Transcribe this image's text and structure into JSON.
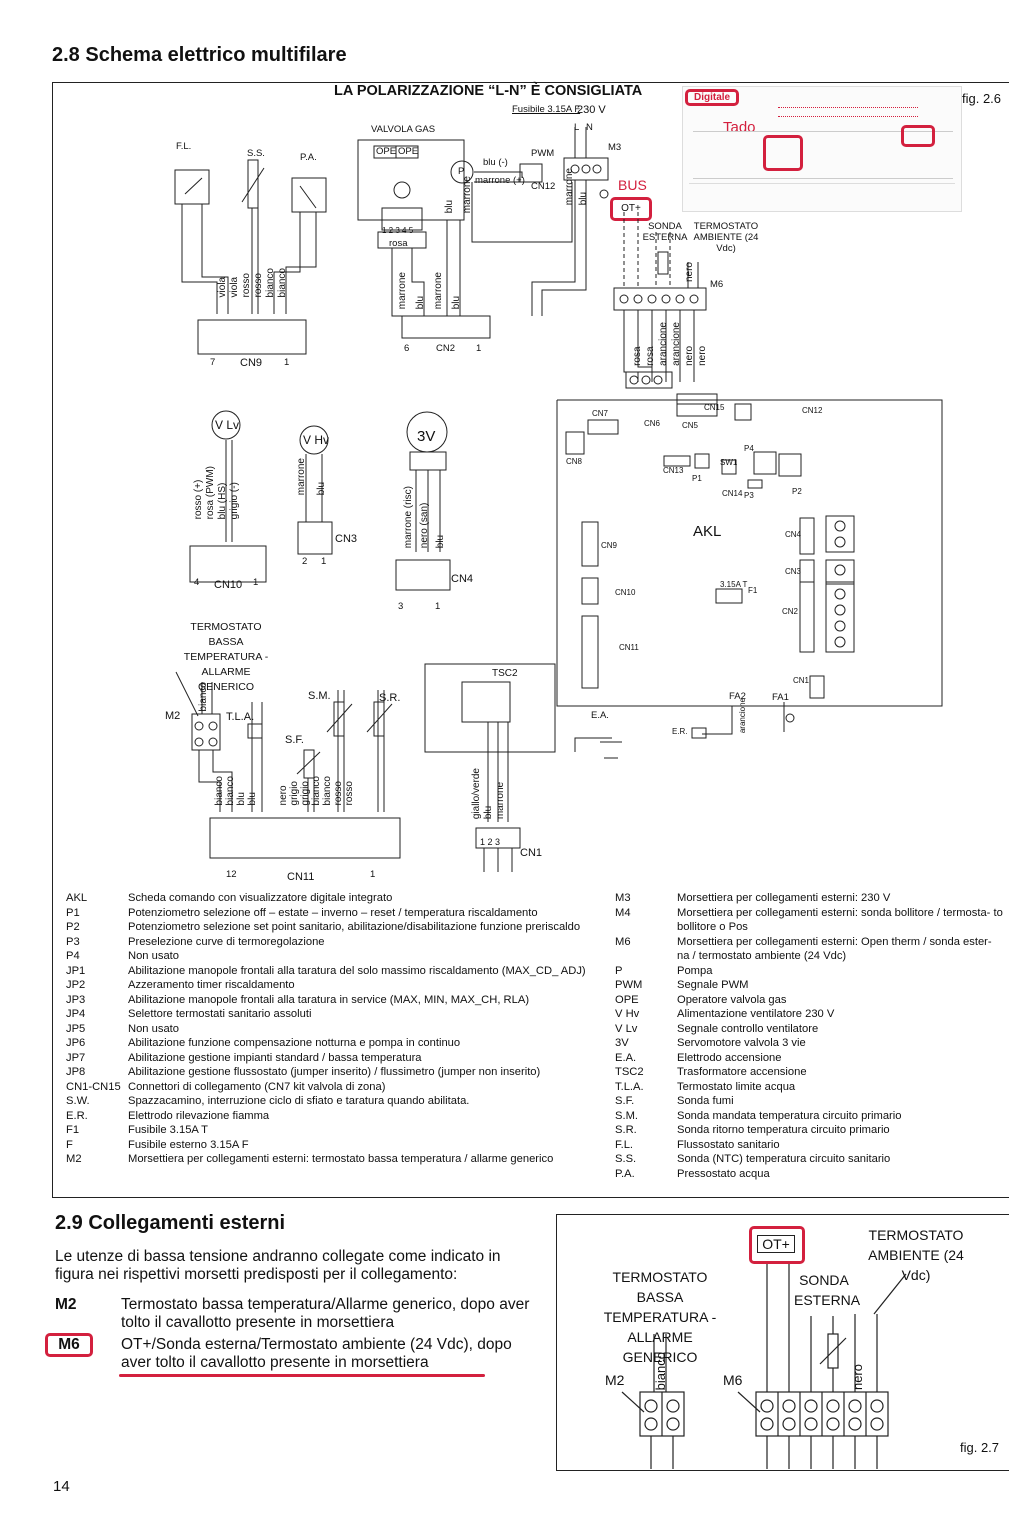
{
  "section28": {
    "title": "2.8 Schema elettrico multifilare",
    "polarization_note": "LA POLARIZZAZIONE “L-N” È CONSIGLIATA",
    "figure": "fig. 2.6",
    "inset": {
      "digitale": "Digitale",
      "tado": "Tado",
      "bus": "BUS",
      "ot": "OT+"
    },
    "labels": {
      "fuse_ext": "Fusibile 3.15A F",
      "v230": "230 V",
      "l": "L",
      "n": "N",
      "valvola_gas": "VALVOLA GAS",
      "ope1": "OPE",
      "ope2": "OPE",
      "pwm": "PWM",
      "p": "P",
      "blu_minus": "blu (-)",
      "marrone_plus": "marrone (+)",
      "cn12": "CN12",
      "m3": "M3",
      "fl": "F.L.",
      "ss": "S.S.",
      "pa": "P.A.",
      "sonda_esterna": "SONDA ESTERNA",
      "termostato_ambiente": "TERMOSTATO AMBIENTE (24 Vdc)",
      "m6": "M6",
      "cn9": "CN9",
      "cn9_7": "7",
      "cn9_1": "1",
      "cn2": "CN2",
      "cn2_6": "6",
      "cn2_1": "1",
      "rosa": "rosa",
      "pins12345": "1 2 3 4 5",
      "vlv": "V Lv",
      "vhv": "V Hv",
      "v3": "3V",
      "cn3": "CN3",
      "cn3_2": "2",
      "cn3_1": "1",
      "cn10": "CN10",
      "cn10_4": "4",
      "cn10_1": "1",
      "cn4": "CN4",
      "cn4_3": "3",
      "cn4_1": "1",
      "akl": "AKL",
      "cn7": "CN7",
      "cn6": "CN6",
      "cn5": "CN5",
      "cn15": "CN15",
      "cn8": "CN8",
      "cn13": "CN13",
      "sw1": "SW1",
      "p1": "P1",
      "p4": "P4",
      "p2": "P2",
      "p3": "P3",
      "cn14": "CN14",
      "cn1": "CN1",
      "f1_fuse": "3.15A T",
      "f1": "F1",
      "fa1": "FA1",
      "fa2": "FA2",
      "ea": "E.A.",
      "er": "E.R.",
      "tsc2": "TSC2",
      "termostato_bassa": "TERMOSTATO BASSA TEMPERATURA - ALLARME GENERICO",
      "m2": "M2",
      "tla": "T.L.A.",
      "sm": "S.M.",
      "sr": "S.R.",
      "sf": "S.F.",
      "cn11": "CN11",
      "cn11_12": "12",
      "cn11_1": "1",
      "cn1_123": "1 2 3"
    },
    "wires": {
      "cn9": [
        "viola",
        "viola",
        "rosso",
        "rosso",
        "bianco",
        "bianco"
      ],
      "cn2": [
        "marrone",
        "blu",
        "marrone",
        "blu"
      ],
      "gas": [
        "blu",
        "marrone"
      ],
      "m3": [
        "marrone",
        "blu"
      ],
      "m6": [
        "rosa",
        "rosa",
        "arancione",
        "arancione",
        "nero",
        "nero"
      ],
      "cn10": [
        "rosso (+)",
        "rosa (PWM)",
        "blu (HS)",
        "grigio (-)"
      ],
      "cn3": [
        "marrone",
        "blu"
      ],
      "cn4": [
        "marrone (risc)",
        "nero (san)",
        "blu"
      ],
      "cn11": [
        "bianco",
        "bianco",
        "blu",
        "blu",
        "nero",
        "grigio",
        "grigio",
        "bianco",
        "bianco",
        "rosso",
        "rosso"
      ],
      "cn1": [
        "giallo/verde",
        "blu",
        "marrone"
      ],
      "m6_top": "nero",
      "m2_top": "bianco",
      "fa2": "arancione"
    },
    "legend_left": [
      {
        "k": "AKL",
        "v": "Scheda comando con visualizzatore digitale integrato"
      },
      {
        "k": "P1",
        "v": "Potenziometro selezione off – estate – inverno – reset / temperatura riscaldamento"
      },
      {
        "k": "P2",
        "v": "Potenziometro selezione set point sanitario, abilitazione/disabilitazione funzione preriscaldo"
      },
      {
        "k": "P3",
        "v": "Preselezione curve di termoregolazione"
      },
      {
        "k": "P4",
        "v": "Non usato"
      },
      {
        "k": "JP1",
        "v": "Abilitazione manopole frontali alla taratura del solo massimo riscaldamento (MAX_CD_ ADJ)"
      },
      {
        "k": "JP2",
        "v": "Azzeramento timer riscaldamento"
      },
      {
        "k": "JP3",
        "v": "Abilitazione manopole frontali alla taratura in service (MAX, MIN, MAX_CH, RLA)"
      },
      {
        "k": "JP4",
        "v": "Selettore termostati sanitario assoluti"
      },
      {
        "k": "JP5",
        "v": "Non usato"
      },
      {
        "k": "JP6",
        "v": "Abilitazione funzione compensazione notturna e pompa in continuo"
      },
      {
        "k": "JP7",
        "v": "Abilitazione gestione impianti standard / bassa temperatura"
      },
      {
        "k": "JP8",
        "v": "Abilitazione gestione flussostato (jumper inserito) / flussimetro (jumper non inserito)"
      },
      {
        "k": "CN1-CN15",
        "v": "Connettori di collegamento (CN7 kit valvola di zona)"
      },
      {
        "k": "S.W.",
        "v": "Spazzacamino, interruzione ciclo di sfiato e taratura quando abilitata."
      },
      {
        "k": "E.R.",
        "v": "Elettrodo rilevazione fiamma"
      },
      {
        "k": "F1",
        "v": "Fusibile 3.15A T"
      },
      {
        "k": "F",
        "v": "Fusibile esterno 3.15A F"
      },
      {
        "k": "M2",
        "v": "Morsettiera per collegamenti esterni: termostato bassa temperatura / allarme generico"
      }
    ],
    "legend_right": [
      {
        "k": "M3",
        "v": "Morsettiera per collegamenti esterni: 230 V"
      },
      {
        "k": "M4",
        "v": "Morsettiera per collegamenti esterni: sonda bollitore / termosta- to bollitore o Pos"
      },
      {
        "k": "M6",
        "v": "Morsettiera per collegamenti esterni: Open therm / sonda ester- na / termostato ambiente (24 Vdc)"
      },
      {
        "k": "P",
        "v": "Pompa"
      },
      {
        "k": "PWM",
        "v": "Segnale PWM"
      },
      {
        "k": "OPE",
        "v": "Operatore valvola gas"
      },
      {
        "k": "V Hv",
        "v": "Alimentazione ventilatore 230 V"
      },
      {
        "k": "V Lv",
        "v": "Segnale controllo ventilatore"
      },
      {
        "k": "3V",
        "v": "Servomotore valvola 3 vie"
      },
      {
        "k": "E.A.",
        "v": "Elettrodo accensione"
      },
      {
        "k": "TSC2",
        "v": "Trasformatore accensione"
      },
      {
        "k": "T.L.A.",
        "v": "Termostato limite acqua"
      },
      {
        "k": "S.F.",
        "v": "Sonda fumi"
      },
      {
        "k": "S.M.",
        "v": "Sonda mandata temperatura circuito primario"
      },
      {
        "k": "S.R.",
        "v": "Sonda ritorno temperatura circuito primario"
      },
      {
        "k": "F.L.",
        "v": "Flussostato sanitario"
      },
      {
        "k": "S.S.",
        "v": "Sonda (NTC) temperatura circuito sanitario"
      },
      {
        "k": "P.A.",
        "v": "Pressostato acqua"
      }
    ]
  },
  "section29": {
    "title": "2.9 Collegamenti esterni",
    "intro": "Le utenze di bassa tensione andranno collegate come indicato in figura nei rispettivi morsetti predisposti per il collegamento:",
    "items": [
      {
        "k": "M2",
        "v": "Termostato bassa temperatura/Allarme generico, dopo aver tolto il cavallotto presente in morsettiera"
      },
      {
        "k": "M6",
        "v": "OT+/Sonda esterna/Termostato ambiente (24 Vdc), dopo aver tolto il cavallotto presente in morsettiera"
      }
    ],
    "figure": "fig. 2.7",
    "fig27": {
      "ot": "OT+",
      "termostato_ambiente": "TERMOSTATO AMBIENTE (24 Vdc)",
      "sonda_esterna": "SONDA ESTERNA",
      "termostato_bassa": "TERMOSTATO BASSA TEMPERATURA - ALLARME GENERICO",
      "m2": "M2",
      "m6": "M6",
      "bianco": "bianco",
      "nero": "nero"
    }
  },
  "page_number": "14",
  "colors": {
    "accent": "#d3203e",
    "ink": "#111111"
  }
}
